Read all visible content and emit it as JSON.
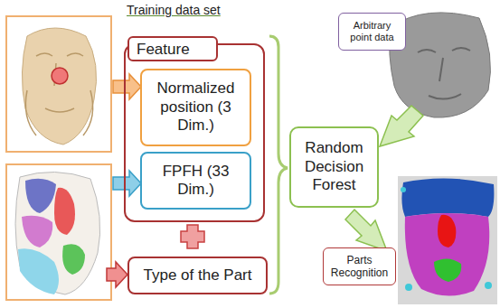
{
  "diagram": {
    "nodes": [
      {
        "text": [
          "Feature"
        ]
      },
      {
        "text": [
          "Normalized position (3 Dim.)"
        ],
        "in": 0
      },
      {
        "text": [
          "FPFH (33 Dim.)"
        ],
        "in": 0
      },
      {
        "text": [
          "Type of the Part"
        ]
      },
      {
        "text": [
          "Random Decision Forest"
        ]
      },
      {
        "text": [
          "Arbitrary point data"
        ]
      },
      {
        "text": [
          "Parts Recognition"
        ]
      }
    ],
    "labels": [
      "Training data set"
    ]
  }
}
